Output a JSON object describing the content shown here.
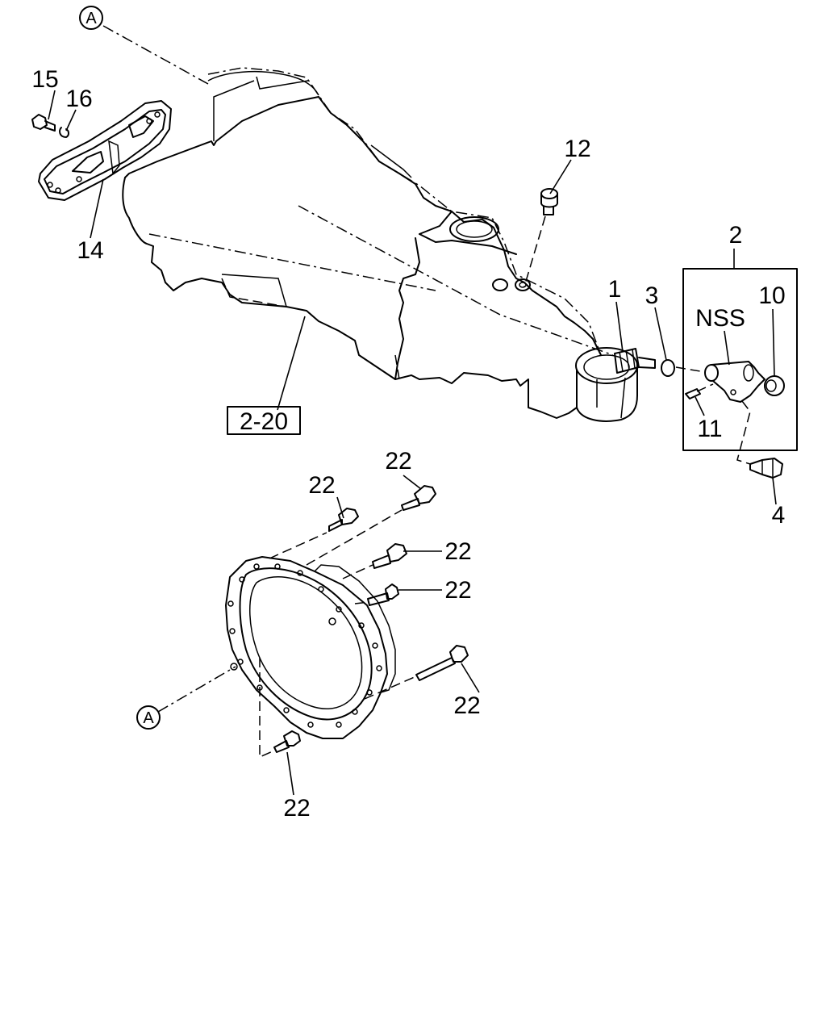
{
  "callouts": {
    "part_1": "1",
    "part_2": "2",
    "part_3": "3",
    "part_4": "4",
    "part_10": "10",
    "part_11": "11",
    "part_12": "12",
    "part_14": "14",
    "part_15": "15",
    "part_16": "16",
    "part_22": "22",
    "nss": "NSS",
    "ref_box": "2-20",
    "ref_a": "A"
  }
}
